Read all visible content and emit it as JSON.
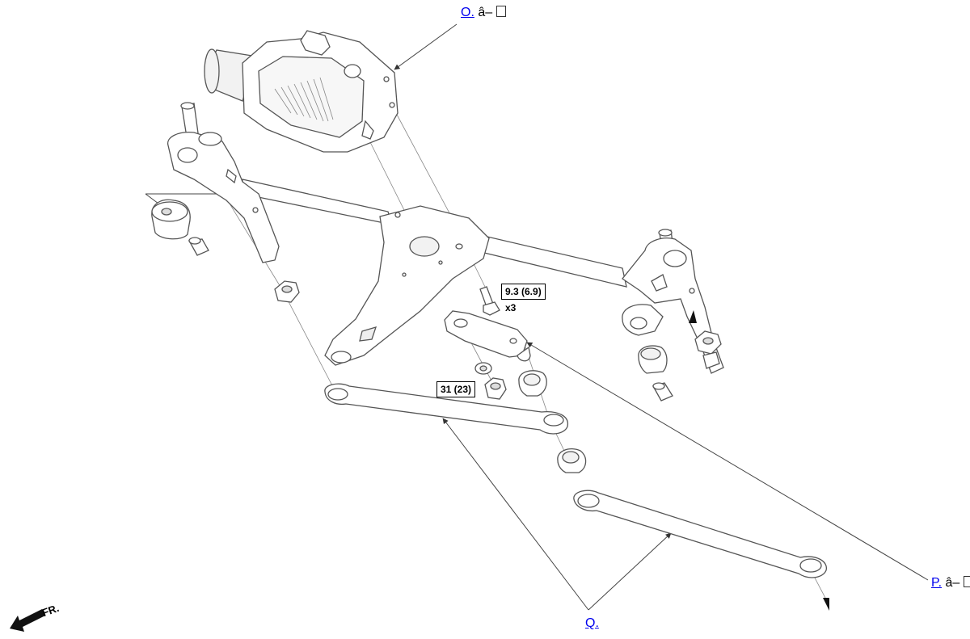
{
  "callouts": {
    "o": {
      "label": "O.",
      "suffix": "â–"
    },
    "p": {
      "label": "P.",
      "suffix": "â–"
    },
    "q": {
      "label": "Q."
    }
  },
  "torque": {
    "bracket_bolt": {
      "value": "9.3 (6.9)",
      "qty": "x3"
    },
    "link_nut": {
      "value": "31 (23)"
    }
  },
  "front_indicator": "FR.",
  "icons": {
    "front_arrow": "arrow-down-left-icon",
    "suffix_glyph": "boxed-glyph-icon"
  },
  "colors": {
    "line": "#555555",
    "link": "#0000ee",
    "part_fill": "#ffffff",
    "shade": "#e6e6e6"
  }
}
